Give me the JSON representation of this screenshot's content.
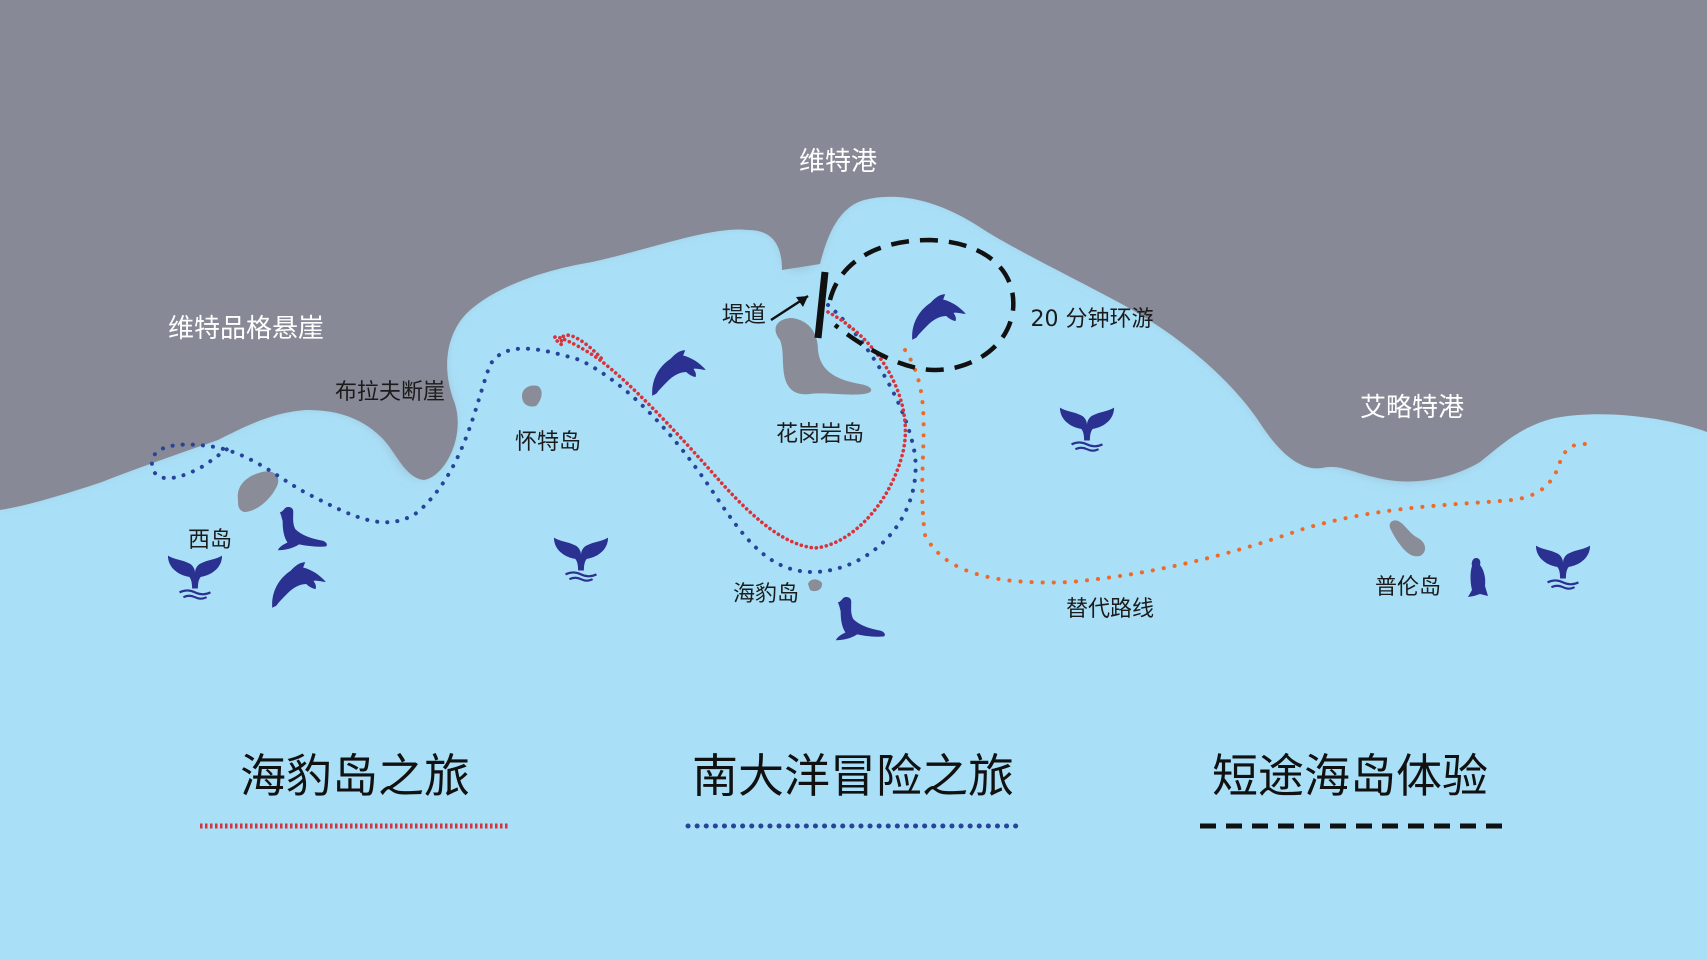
{
  "map": {
    "places": {
      "port_vite": "维特港",
      "cliff_vitpinger": "维特品格悬崖",
      "cliff_bula": "布拉夫断崖",
      "port_elliot": "艾略特港",
      "island_west": "西岛",
      "island_white": "怀特岛",
      "island_granite": "花岗岩岛",
      "island_seal": "海豹岛",
      "island_pullen": "普伦岛",
      "causeway": "堤道",
      "loop_20min": "20 分钟环游",
      "alt_route": "替代路线"
    },
    "legend": [
      {
        "label": "海豹岛之旅",
        "line": "dotted",
        "color": "#d8323a"
      },
      {
        "label": "南大洋冒险之旅",
        "line": "dotted",
        "color": "#27449a"
      },
      {
        "label": "短途海岛体验",
        "line": "dashed",
        "color": "#111111"
      }
    ],
    "colors": {
      "sea": "#a9e0f8",
      "land": "#878a96",
      "island": "#8a8d98",
      "animal": "#2a3190",
      "alt_route": "#ef6a2a"
    },
    "icons": [
      "dolphin-icon",
      "whale-tail-icon",
      "sea-lion-icon"
    ]
  }
}
